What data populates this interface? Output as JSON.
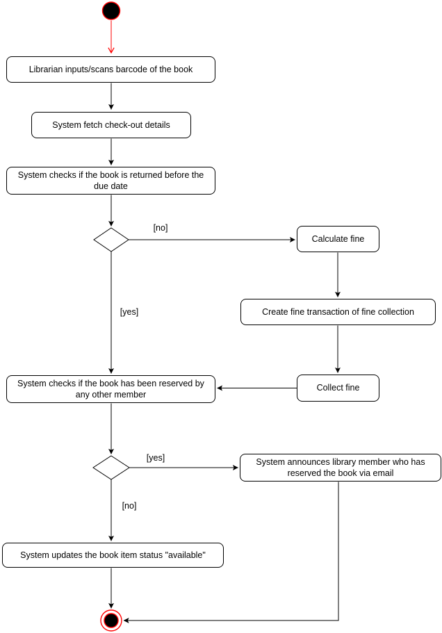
{
  "nodes": {
    "scan_barcode": {
      "label": "Librarian inputs/scans barcode of the book"
    },
    "fetch_checkout": {
      "label": "System fetch check-out details"
    },
    "check_due_date": {
      "label": "System checks if the book is returned before the due date"
    },
    "calculate_fine": {
      "label": "Calculate fine"
    },
    "create_fine_transaction": {
      "label": "Create fine transaction of fine collection"
    },
    "collect_fine": {
      "label": "Collect fine"
    },
    "check_reservation": {
      "label": "System checks if the book has been reserved by any other member"
    },
    "announce_member": {
      "label": "System announces library member who has reserved the book via email"
    },
    "update_status": {
      "label": "System updates the book item status \"available\""
    }
  },
  "edge_labels": {
    "due_date_no": "[no]",
    "due_date_yes": "[yes]",
    "reserved_yes": "[yes]",
    "reserved_no": "[no]"
  },
  "colors": {
    "node_stroke": "#000000",
    "node_fill": "#ffffff",
    "edge_stroke": "#000000",
    "start_end_accent": "#ff0000"
  }
}
